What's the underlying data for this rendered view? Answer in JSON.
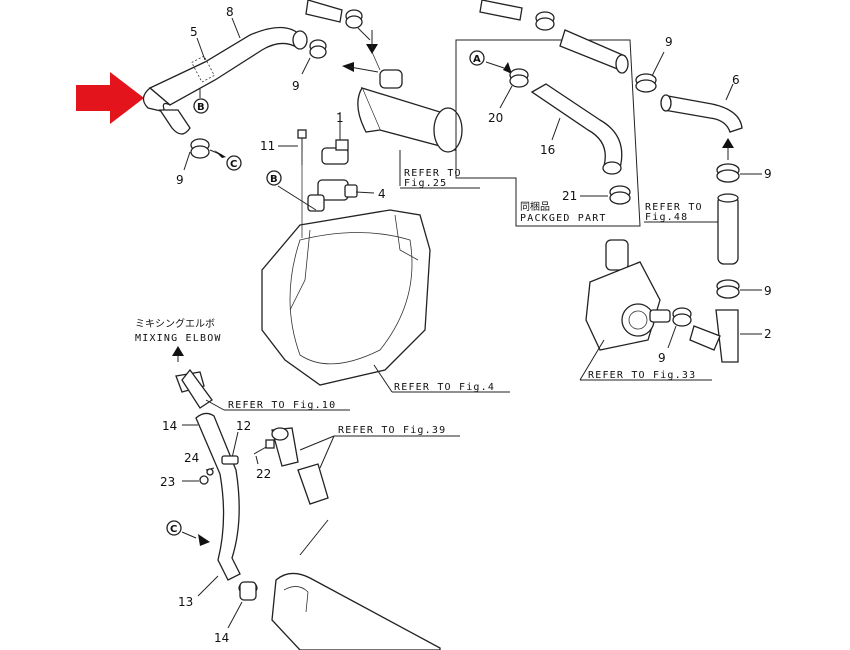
{
  "callouts": {
    "n8": "8",
    "n5": "5",
    "n9a": "9",
    "n9b": "9",
    "n9c": "9",
    "n9d": "9",
    "n9e": "9",
    "n9f": "9",
    "n11": "11",
    "n1": "1",
    "n4": "4",
    "n20": "20",
    "n16": "16",
    "n21": "21",
    "n6": "6",
    "n2": "2",
    "n14a": "14",
    "n14b": "14",
    "n12": "12",
    "n24": "24",
    "n23": "23",
    "n22": "22",
    "n13": "13"
  },
  "circle_labels": {
    "a": "A",
    "b": "B",
    "c": "C"
  },
  "refs": {
    "refer_to": "REFER TO",
    "fig25": "Fig.25",
    "fig48": "Fig.48",
    "fig4": "REFER TO Fig.4",
    "fig10": "REFER TO Fig.10",
    "fig39": "REFER TO Fig.39",
    "fig33": "REFER TO Fig.33"
  },
  "packaged": {
    "jp": "同梱品",
    "en": "PACKGED PART"
  },
  "mixing_elbow": {
    "jp": "ミキシングエルボ",
    "en": "MIXING ELBOW"
  },
  "colors": {
    "highlight_arrow": "#e3141b",
    "ink": "#222222"
  }
}
